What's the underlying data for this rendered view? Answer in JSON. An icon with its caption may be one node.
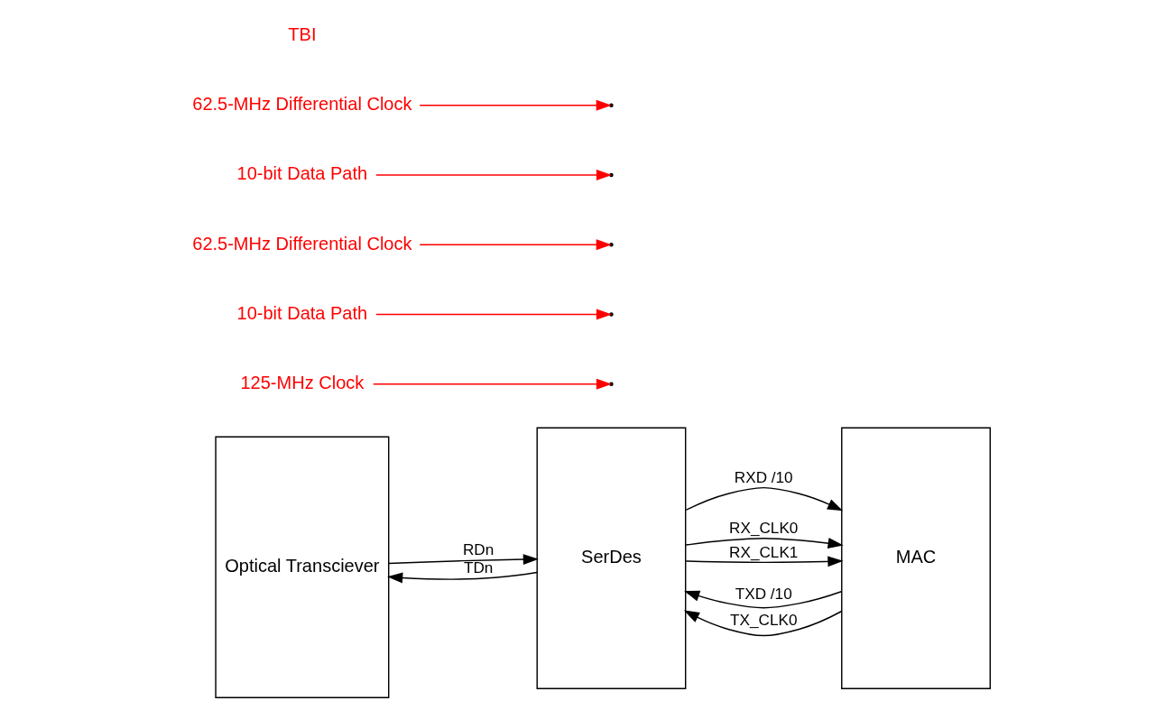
{
  "diagram": {
    "nodes": [
      {
        "text": [
          "Optical Transciever"
        ]
      },
      {
        "text": [
          "SerDes"
        ]
      },
      {
        "text": [
          "MAC"
        ]
      },
      {
        "text": [
          "125-MHz Clock"
        ]
      },
      {
        "text": [
          "10-bit Data Path"
        ]
      },
      {
        "text": [
          "62.5-MHz Differential Clock"
        ]
      },
      {
        "text": [
          "10-bit Data Path"
        ]
      },
      {
        "text": [
          "62.5-MHz Differential Clock"
        ]
      }
    ],
    "edges": [
      {
        "from": 1,
        "to": 0,
        "arrow": "to",
        "label": "TDn"
      },
      {
        "from": 0,
        "to": 1,
        "arrow": "to",
        "label": "RDn"
      },
      {
        "from": 2,
        "to": 1,
        "arrow": "to",
        "label": "TXD /10"
      },
      {
        "from": 2,
        "to": 1,
        "arrow": "to",
        "label": "TX_CLK0"
      },
      {
        "from": 1,
        "to": 2,
        "arrow": "to",
        "label": "RXD /10"
      },
      {
        "from": 1,
        "to": 2,
        "arrow": "to",
        "label": "RX_CLK0"
      },
      {
        "from": 1,
        "to": 2,
        "arrow": "to",
        "label": "RX_CLK1"
      },
      {
        "from": 3,
        "to": null,
        "arrow": "to",
        "color": "#ff0000"
      },
      {
        "from": 4,
        "to": null,
        "arrow": "to",
        "color": "#ff0000"
      },
      {
        "from": 5,
        "to": null,
        "arrow": "to",
        "color": "#ff0000"
      },
      {
        "from": 6,
        "to": null,
        "arrow": "to",
        "color": "#ff0000"
      },
      {
        "from": 7,
        "to": null,
        "arrow": "to",
        "color": "#ff0000"
      }
    ],
    "labels": [
      "TBI"
    ]
  }
}
